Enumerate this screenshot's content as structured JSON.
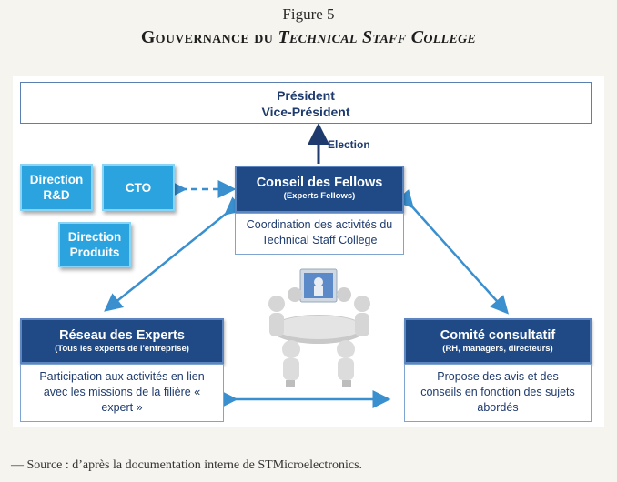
{
  "figure": {
    "number": "Figure 5",
    "title_part1": "Gouvernance du ",
    "title_part2": "Technical Staff College"
  },
  "diagram": {
    "top_box": {
      "line1": "Président",
      "line2": "Vice-Président"
    },
    "election_label": "Election",
    "direction_rd": "Direction R&D",
    "cto": "CTO",
    "direction_produits": "Direction Produits",
    "conseil": {
      "title": "Conseil des Fellows",
      "subtitle": "(Experts Fellows)",
      "body": "Coordination des activités du Technical Staff College"
    },
    "reseau": {
      "title": "Réseau des Experts",
      "subtitle": "(Tous les experts de l'entreprise)",
      "body": "Participation aux activités en lien avec les missions de la filière « expert »"
    },
    "comite": {
      "title": "Comité consultatif",
      "subtitle": "(RH, managers, directeurs)",
      "body": "Propose des avis et des conseils en fonction des sujets abordés"
    }
  },
  "source": "— Source : d’après la documentation interne de STMicroelectronics.",
  "colors": {
    "dark_blue": "#1f4a86",
    "cyan": "#2ba3de",
    "arrow": "#3a8fcf"
  }
}
